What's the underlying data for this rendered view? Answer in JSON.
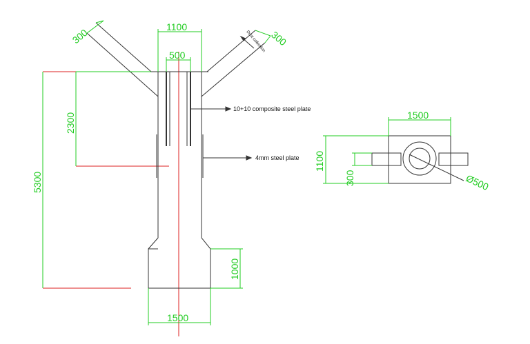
{
  "colors": {
    "dimension": "#22cc22",
    "centerline": "#dd2222",
    "outline": "#333333"
  },
  "elevation_view": {
    "dims": {
      "branch_left_width": "300",
      "branch_right_width": "300",
      "top_width": "1100",
      "inner_width": "500",
      "composite_height": "2300",
      "total_height": "5300",
      "base_height": "1000",
      "base_width": "1500"
    },
    "labels": {
      "dust_collection": "Dust collection",
      "composite_plate": "10+10 composite steel plate",
      "steel_plate": "4mm steel plate"
    }
  },
  "plan_view": {
    "dims": {
      "width": "1500",
      "height": "1100",
      "branch_width": "300",
      "diameter": "Ø500"
    }
  }
}
